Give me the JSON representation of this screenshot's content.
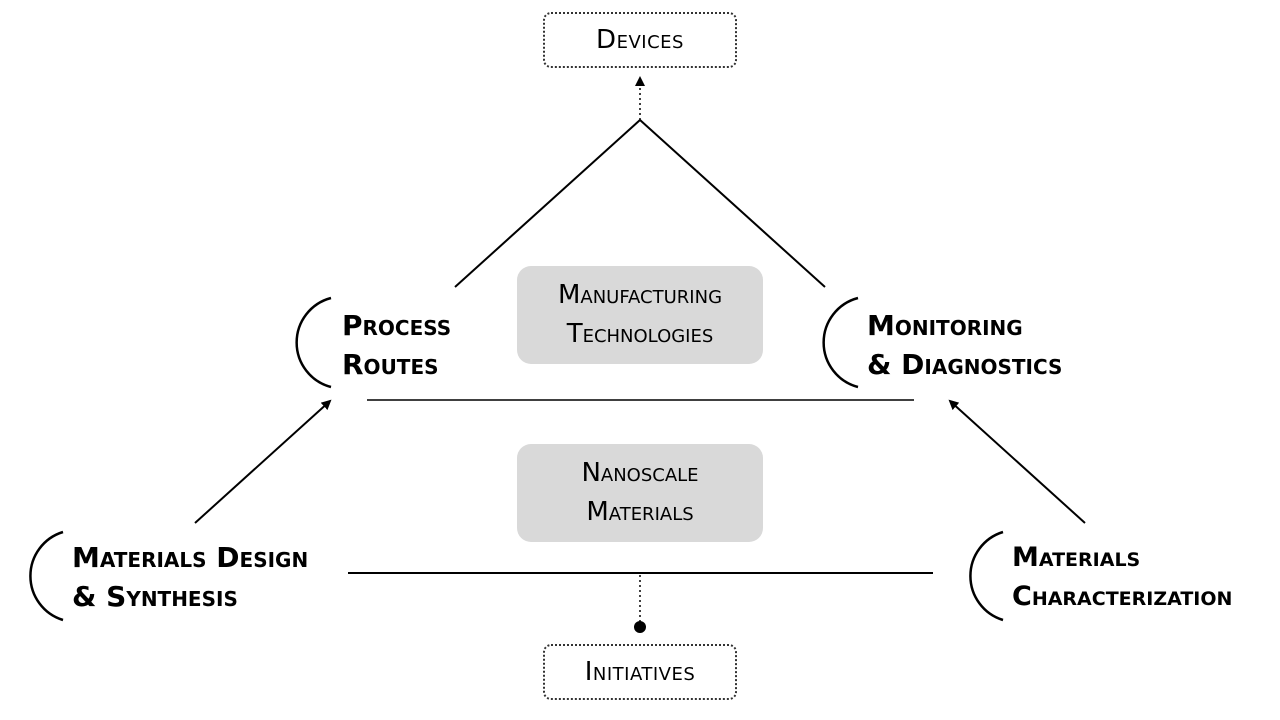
{
  "top_box": {
    "label": "Devices"
  },
  "bottom_box": {
    "label": "Initiatives"
  },
  "center_top": {
    "line1": "Manufacturing",
    "line2": "Technologies"
  },
  "center_bottom": {
    "line1": "Nanoscale",
    "line2": "Materials"
  },
  "nodes": {
    "process_routes": {
      "line1": "Process",
      "line2": "Routes"
    },
    "monitoring_diagnostics": {
      "line1": "Monitoring",
      "line2": "& Diagnostics"
    },
    "materials_design": {
      "line1": "Materials Design",
      "line2": "& Synthesis"
    },
    "materials_characterization": {
      "line1": "Materials",
      "line2": "Characterization"
    }
  },
  "colors": {
    "line": "#000000",
    "box_fill": "#d9d9d9",
    "dotted_border": "#333333"
  }
}
